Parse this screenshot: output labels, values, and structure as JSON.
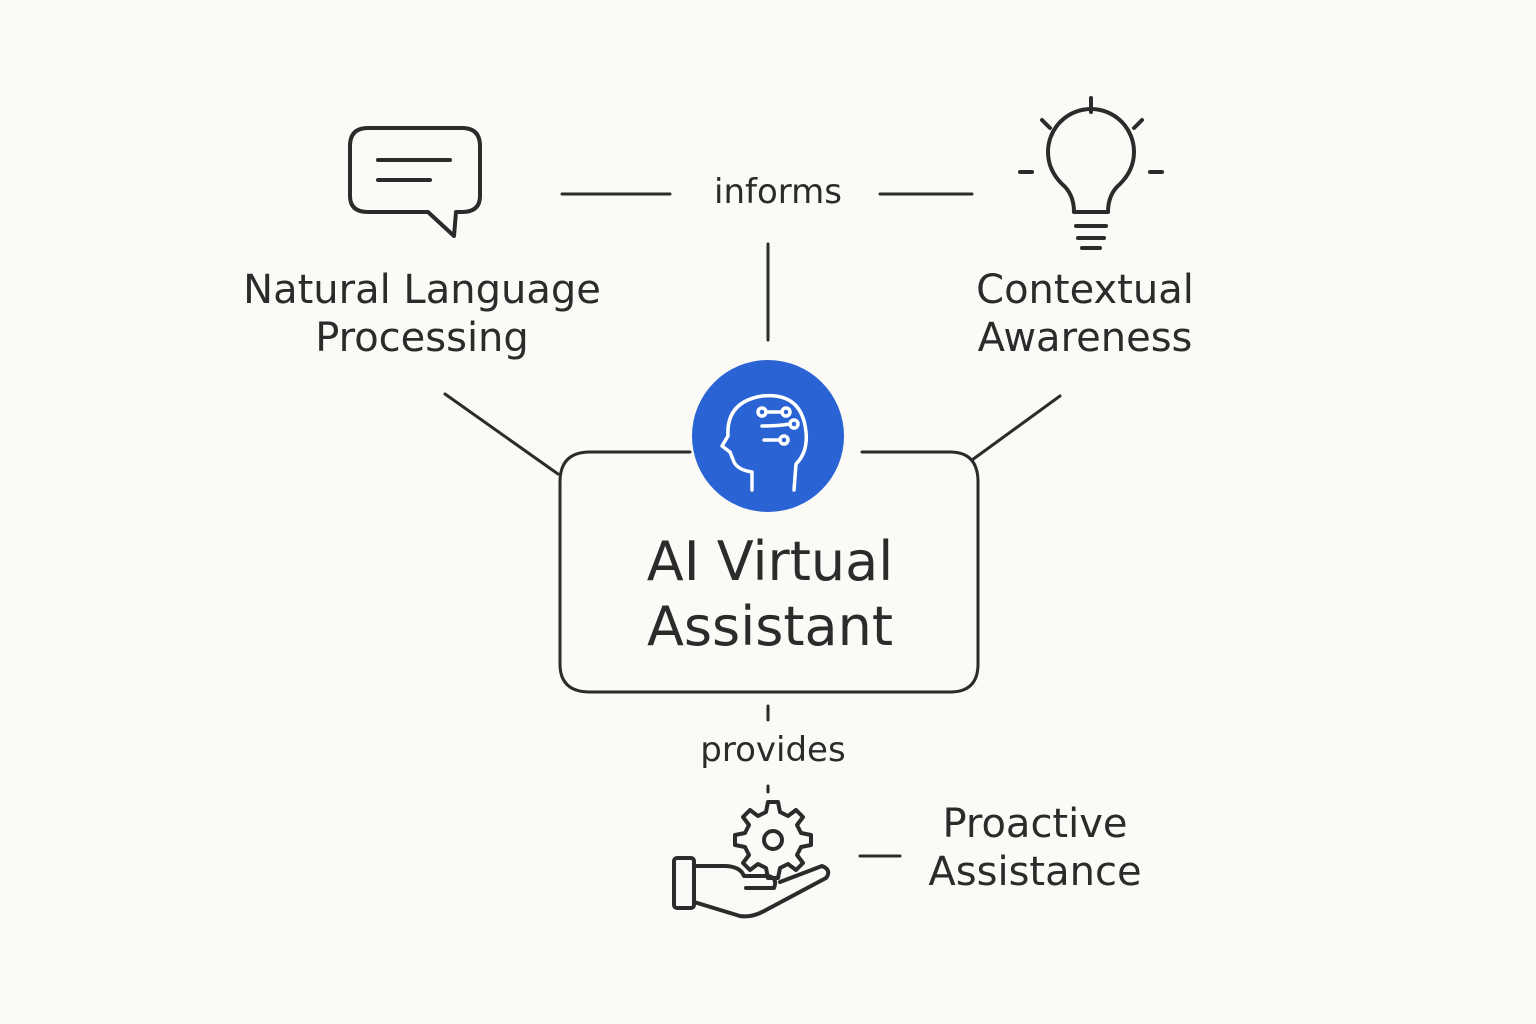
{
  "diagram": {
    "center": {
      "title_line1": "AI Virtual",
      "title_line2": "Assistant",
      "icon": "head-circuit-icon",
      "accent_color": "#2a63d4"
    },
    "nodes": {
      "nlp": {
        "line1": "Natural Language",
        "line2": "Processing",
        "icon": "chat-bubble-icon"
      },
      "context": {
        "line1": "Contextual",
        "line2": "Awareness",
        "icon": "lightbulb-icon"
      },
      "proactive": {
        "line1": "Proactive",
        "line2": "Assistance",
        "icon": "hand-gear-icon"
      }
    },
    "edges": {
      "informs": "informs",
      "provides": "provides"
    }
  }
}
